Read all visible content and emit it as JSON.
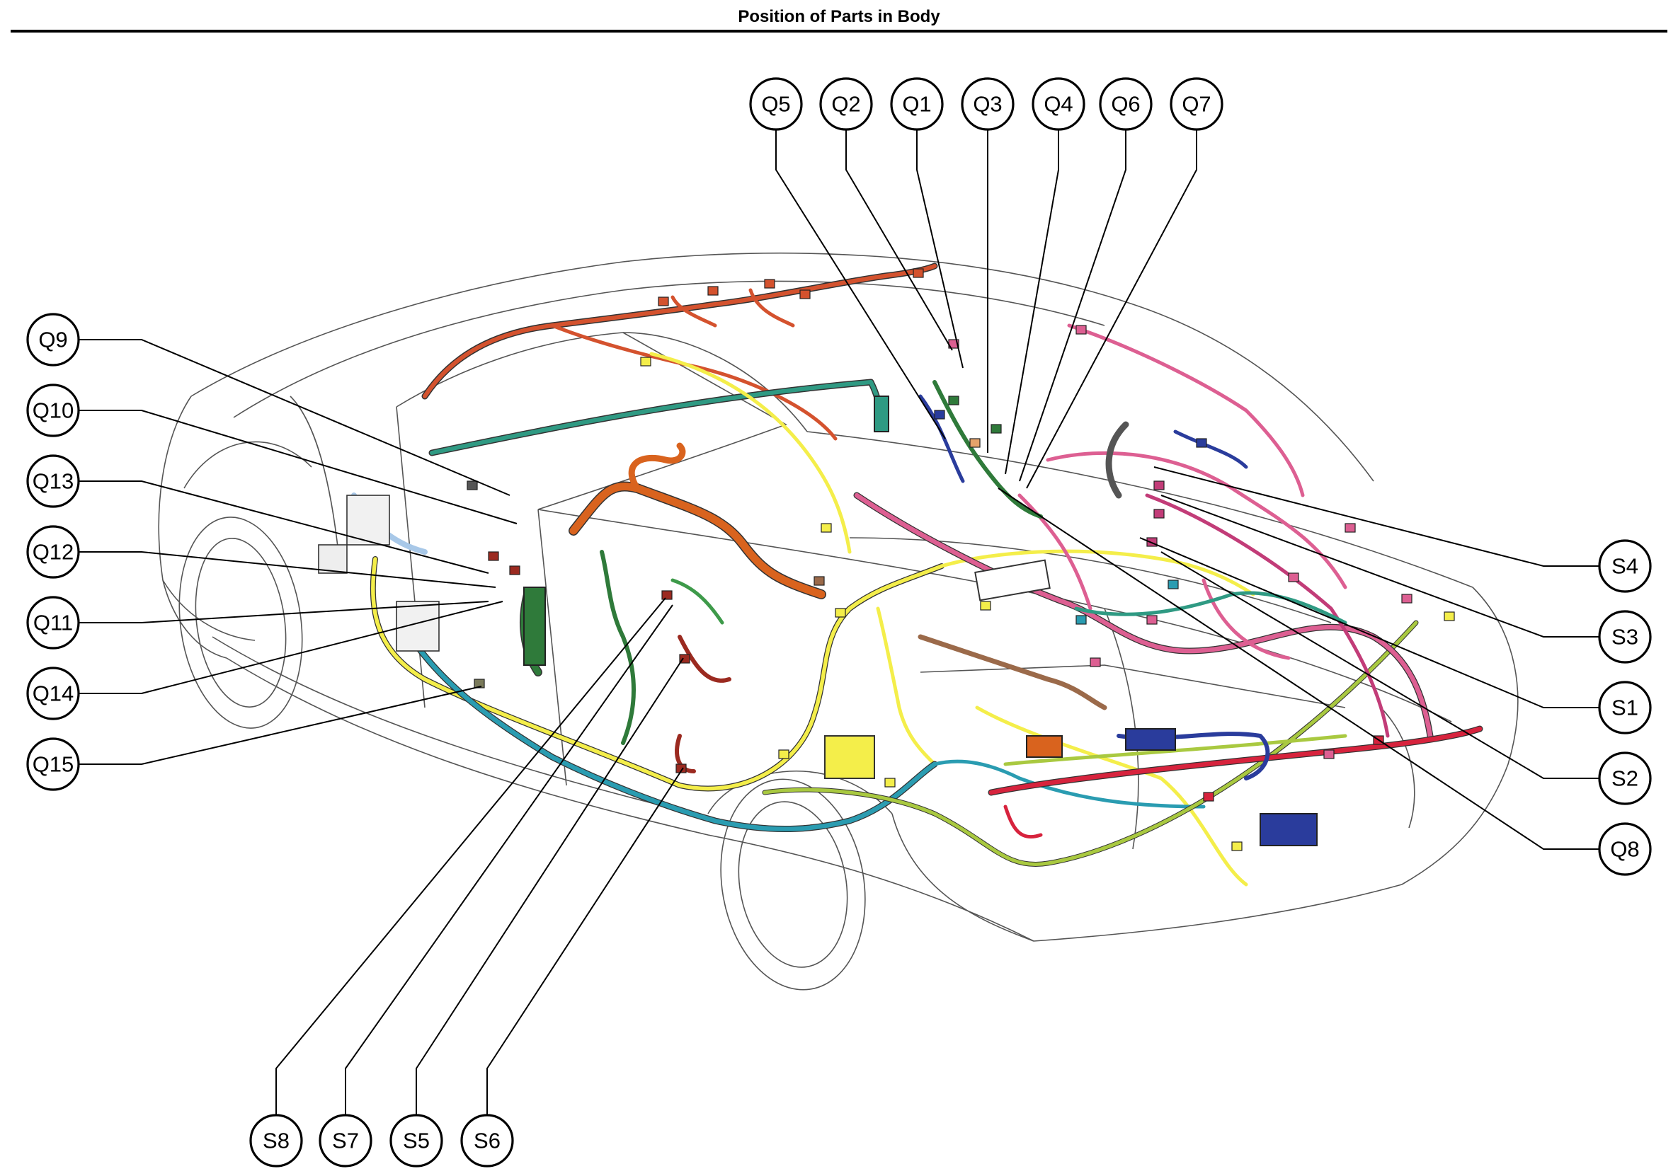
{
  "title": "Position of Parts in Body",
  "colors": {
    "yellow": "#f4ee4a",
    "orange": "#d9631e",
    "red_orange": "#d4522e",
    "teal": "#2f9a83",
    "cyan": "#2a9cb1",
    "dark_green": "#2f7a3a",
    "green": "#3e9a4a",
    "pink": "#dd5f92",
    "magenta": "#c23c78",
    "navy": "#2a3c9c",
    "brown": "#9b6a4a",
    "lime": "#a9c940",
    "red": "#d7233d",
    "gray": "#7a7a7a",
    "light_blue": "#a8c8e8",
    "dark_red": "#9b2a20"
  },
  "callouts": [
    {
      "id": "Q5",
      "label": "Q5"
    },
    {
      "id": "Q2",
      "label": "Q2"
    },
    {
      "id": "Q1",
      "label": "Q1"
    },
    {
      "id": "Q3",
      "label": "Q3"
    },
    {
      "id": "Q4",
      "label": "Q4"
    },
    {
      "id": "Q6",
      "label": "Q6"
    },
    {
      "id": "Q7",
      "label": "Q7"
    },
    {
      "id": "Q9",
      "label": "Q9"
    },
    {
      "id": "Q10",
      "label": "Q10"
    },
    {
      "id": "Q13",
      "label": "Q13"
    },
    {
      "id": "Q12",
      "label": "Q12"
    },
    {
      "id": "Q11",
      "label": "Q11"
    },
    {
      "id": "Q14",
      "label": "Q14"
    },
    {
      "id": "Q15",
      "label": "Q15"
    },
    {
      "id": "S4",
      "label": "S4"
    },
    {
      "id": "S3",
      "label": "S3"
    },
    {
      "id": "S1",
      "label": "S1"
    },
    {
      "id": "S2",
      "label": "S2"
    },
    {
      "id": "Q8",
      "label": "Q8"
    },
    {
      "id": "S8",
      "label": "S8"
    },
    {
      "id": "S7",
      "label": "S7"
    },
    {
      "id": "S5",
      "label": "S5"
    },
    {
      "id": "S6",
      "label": "S6"
    }
  ]
}
